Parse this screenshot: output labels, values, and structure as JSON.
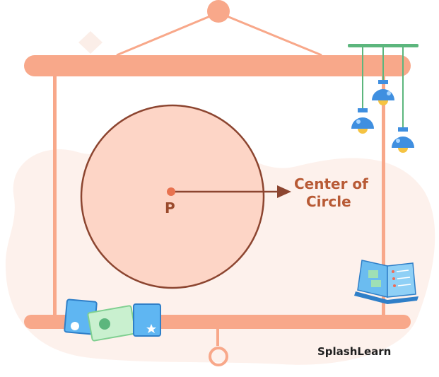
{
  "diagram": {
    "center_label_line1": "Center of",
    "center_label_line2": "Circle",
    "point_label": "P"
  },
  "brand": {
    "name": "SplashLearn"
  },
  "colors": {
    "frame": "#f8a88a",
    "circle_fill": "#fdd5c6",
    "circle_stroke": "#8c4530",
    "arrow": "#8c4530",
    "center_point": "#e8724f",
    "label": "#b85a35",
    "blob": "#fdf1ec",
    "lamp_cord": "#5cb67d",
    "lamp": "#3f8fe0"
  }
}
